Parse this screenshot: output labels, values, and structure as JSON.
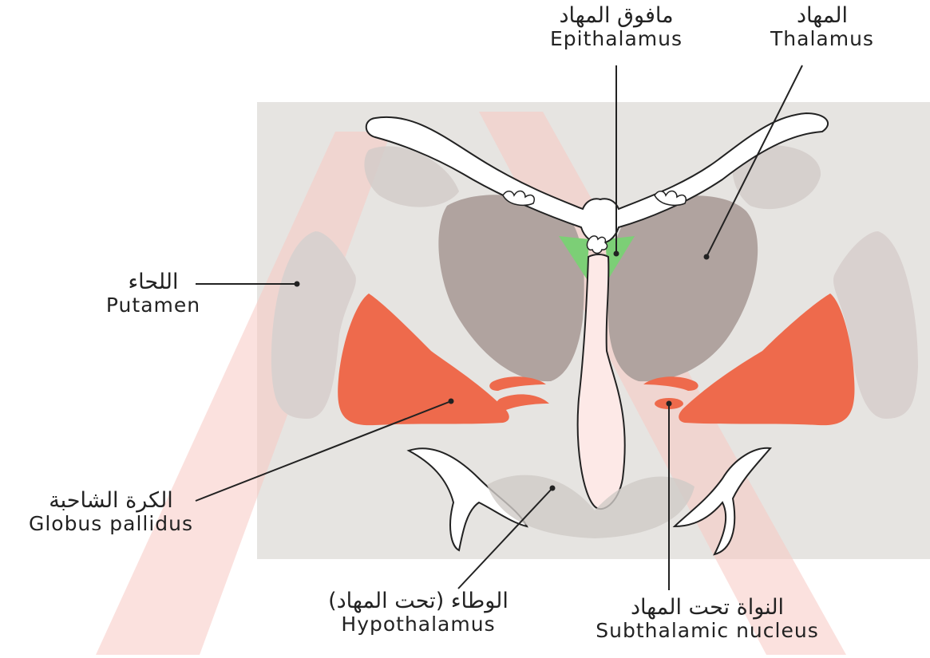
{
  "labels": {
    "thalamus": {
      "ar": "المهاد",
      "en": "Thalamus"
    },
    "epithalamus": {
      "ar": "مافوق المهاد",
      "en": "Epithalamus"
    },
    "putamen": {
      "ar": "اللحاء",
      "en": "Putamen"
    },
    "globus": {
      "ar": "الكرة الشاحبة",
      "en": "Globus pallidus"
    },
    "hypothalamus": {
      "ar": "الوطاء (تحت المهاد)",
      "en": "Hypothalamus"
    },
    "subthalamic": {
      "ar": "النواة تحت المهاد",
      "en": "Subthalamic nucleus"
    }
  },
  "colors": {
    "background_panel": "#e6e4e1",
    "thalamus_fill": "#b0a39f",
    "globus_fill": "#ee6a4c",
    "epithalamus_fill": "#7ccf76",
    "putamen_fill": "#d9d1cf",
    "ventricle_fill": "#ffffff",
    "watermark": "#f7d3cf"
  }
}
